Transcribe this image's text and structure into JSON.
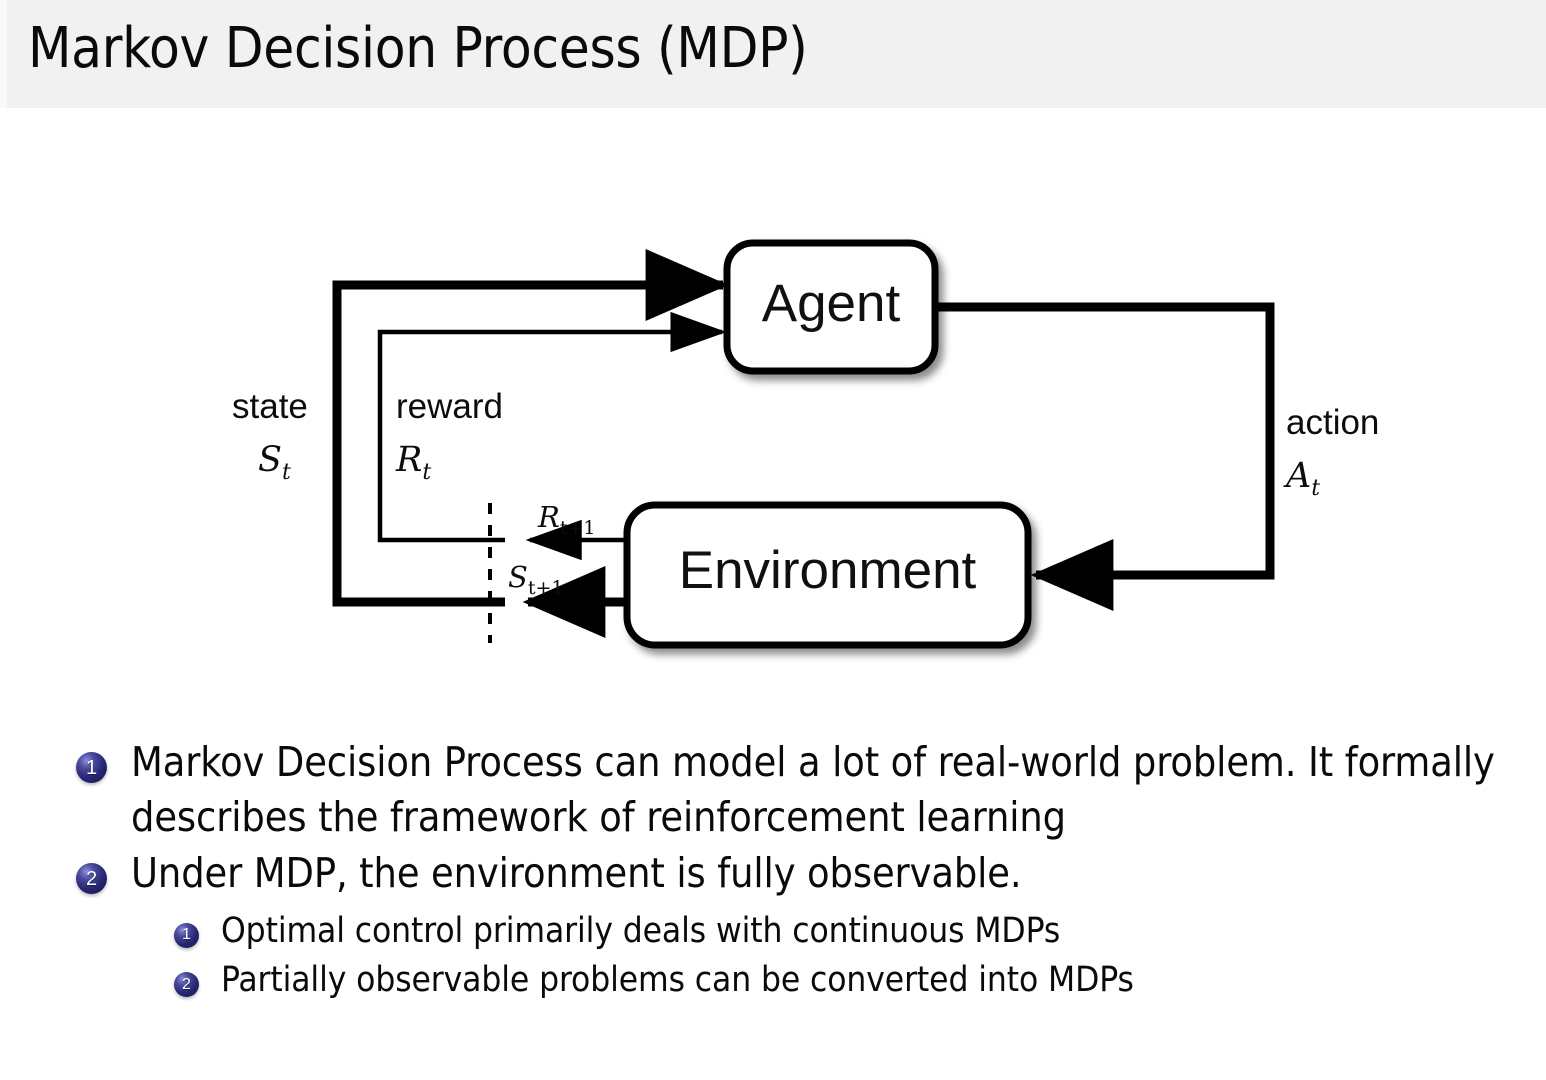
{
  "slide": {
    "title": "Markov Decision Process (MDP)",
    "header_background": "#f1f1f1",
    "body_background": "#ffffff",
    "accent_color": "#262673"
  },
  "diagram": {
    "name": "agent-environment-interaction-loop",
    "boxes": [
      {
        "id": "agent",
        "label": "Agent"
      },
      {
        "id": "environment",
        "label": "Environment"
      }
    ],
    "labels": {
      "state_word": "state",
      "state_symbol": "S",
      "state_subscript": "t",
      "reward_word": "reward",
      "reward_symbol": "R",
      "reward_subscript": "t",
      "action_word": "action",
      "action_symbol": "A",
      "action_subscript": "t",
      "next_reward_symbol": "R",
      "next_reward_subscript": "t+1",
      "next_state_symbol": "S",
      "next_state_subscript": "t+1"
    }
  },
  "bullets": [
    {
      "level": 1,
      "number": "1",
      "text": "Markov Decision Process can model a lot of real-world problem. It formally describes the framework of reinforcement learning"
    },
    {
      "level": 1,
      "number": "2",
      "text": "Under MDP, the environment is fully observable."
    },
    {
      "level": 2,
      "number": "1",
      "text": "Optimal control primarily deals with continuous MDPs"
    },
    {
      "level": 2,
      "number": "2",
      "text": "Partially observable problems can be converted into MDPs"
    }
  ]
}
